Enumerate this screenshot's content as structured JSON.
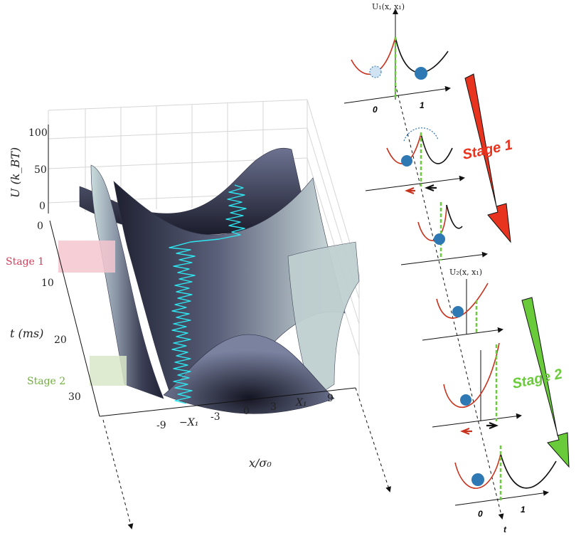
{
  "surface_plot": {
    "z_axis_label": "U (k_BT)",
    "z_ticks": [
      "0",
      "50",
      "100"
    ],
    "t_axis_label": "t (ms)",
    "t_ticks": [
      "0",
      "10",
      "20",
      "30"
    ],
    "x_axis_label": "x/σ₀",
    "x_ticks": [
      "-9",
      "−X₁",
      "-3",
      "0",
      "3",
      "X₁",
      "9"
    ],
    "stage_bands": [
      {
        "label": "Stage 1",
        "color": "#d63c5a",
        "band_color": "#f4c6cf"
      },
      {
        "label": "Stage 2",
        "color": "#6fae3b",
        "band_color": "#d9e8c8"
      }
    ],
    "surface_color": "#4d5068",
    "trajectory_color": "#2ee6f0"
  },
  "schematic": {
    "potential1_label": "U₁(x, x₁)",
    "potential2_label": "U₂(x, x₁)",
    "axis_ticks_top": [
      "0",
      "1"
    ],
    "axis_ticks_bottom": [
      "0",
      "1"
    ],
    "time_label": "t",
    "stage1_label": "Stage 1",
    "stage2_label": "Stage 2",
    "stage1_color": "#e8331e",
    "stage2_color": "#6acb3a",
    "particle_color": "#2e78b3",
    "barrier_color": "#6acb3a"
  }
}
